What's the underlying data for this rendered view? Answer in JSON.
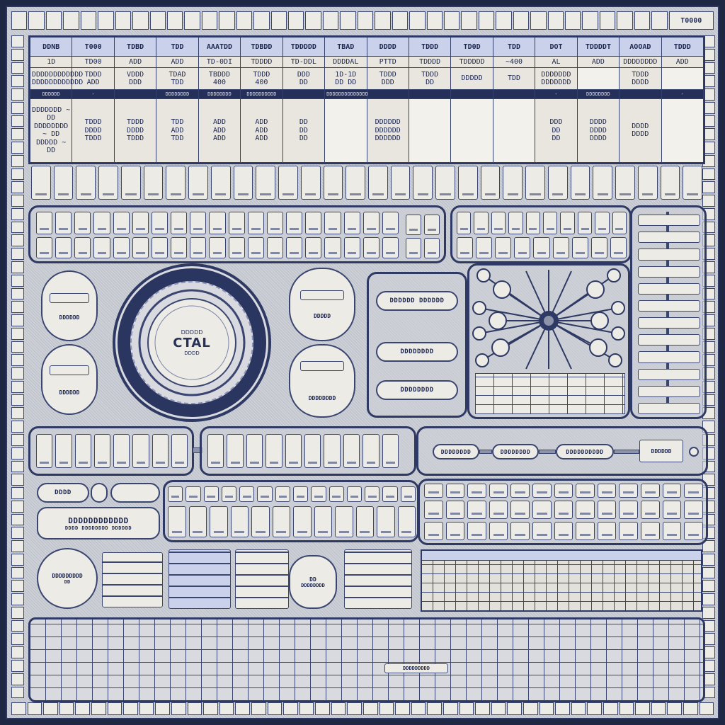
{
  "top_strip": {
    "end_label": "T0000"
  },
  "table": {
    "headers": [
      "DDNB",
      "T000",
      "TDBD",
      "TDD",
      "AAATDD",
      "TDBDD",
      "TDDDDD",
      "TBAD",
      "DDDD",
      "TDDD",
      "TD0D",
      "TDD",
      "DOT",
      "TDDDDT",
      "AOOAD",
      "TDDD"
    ],
    "rows": [
      [
        "1D",
        "TD00",
        "ADD",
        "ADD",
        "TD-0DI",
        "TDDDD",
        "TD-DDL",
        "DDDDAL",
        "PTTD",
        "TDDDD",
        "TDDDDD",
        "~400",
        "AL",
        "ADD",
        "DDDDDDDD",
        "ADD"
      ],
      [
        "DDDDDDDDDDDD\nDDDDDDDDDDDD",
        "TDDD\nADD",
        "VDDD\nDDD",
        "TDAD\nTDD",
        "TBDDD\n400",
        "TDDD\n400",
        "DDD\nDD",
        "1D-1D\nDD DD",
        "TDDD\nDDD",
        "TDDD\nDD",
        "DDDDD",
        "TDD",
        "DDDDDDD\nDDDDDDD",
        "",
        "TDDD\nDDDD",
        ""
      ],
      [
        "DDDDDD",
        "-",
        "",
        "DDDDDDDD",
        "DDDDDDDD",
        "DDDDDDDDDD",
        "",
        "DDDDDDDDDDDDDD",
        "",
        "",
        "",
        "",
        "-",
        "DDDDDDDD",
        "",
        "-"
      ],
      [
        "DDDDDDD ~ DD\nDDDDDDDD ~ DD\nDDDDD ~ DD",
        "TDDD\nDDDD\nTDDD",
        "TDDD\nDDDD\nTDDD",
        "TDD\nADD\nTDD",
        "ADD\nADD\nADD",
        "ADD\nADD\nADD",
        "DD\nDD\nDD",
        "",
        "DDDDDD\nDDDDDD\nDDDDDD",
        "",
        "",
        "",
        "DDD\nDD\nDD",
        "DDDD\nDDDD\nDDDD",
        "DDDD\nDDDD",
        ""
      ]
    ]
  },
  "gauge": {
    "top_label": "DDDDD",
    "main_label": "CTAL",
    "sub_label": "DDDD"
  },
  "left_pods": [
    "DDDDDD",
    "DDDDDD"
  ],
  "right_pods": [
    "DDDDD",
    "DDDDDDDD"
  ],
  "flow_buttons": [
    "DDDDDD DDDDDD",
    "DDDDDDDD",
    "DDDDDDDD"
  ],
  "chain_pills": [
    "DDDDDDDD",
    "DDDDDDDD",
    "DDDDDDDDDD"
  ],
  "chain_end_box": "DDDDDD",
  "left_top_pill": "DDDD",
  "left_wide_pill": {
    "line1": "DDDDDDDDDDDD",
    "line2": "DDDD DDDDDDDD DDDDDD"
  },
  "left_round_badge": {
    "line1": "DDDDDDDDD",
    "line2": "DD"
  },
  "center_badge": {
    "line1": "DD",
    "line2": "DDDDDDDD"
  },
  "mid_footer_label": "DDDDDDDDD",
  "colors": {
    "frame": "#2c3763",
    "panel": "#cdd0d6",
    "key": "#ecebe6",
    "band": "#25305a",
    "header": "#c9d2ea"
  }
}
